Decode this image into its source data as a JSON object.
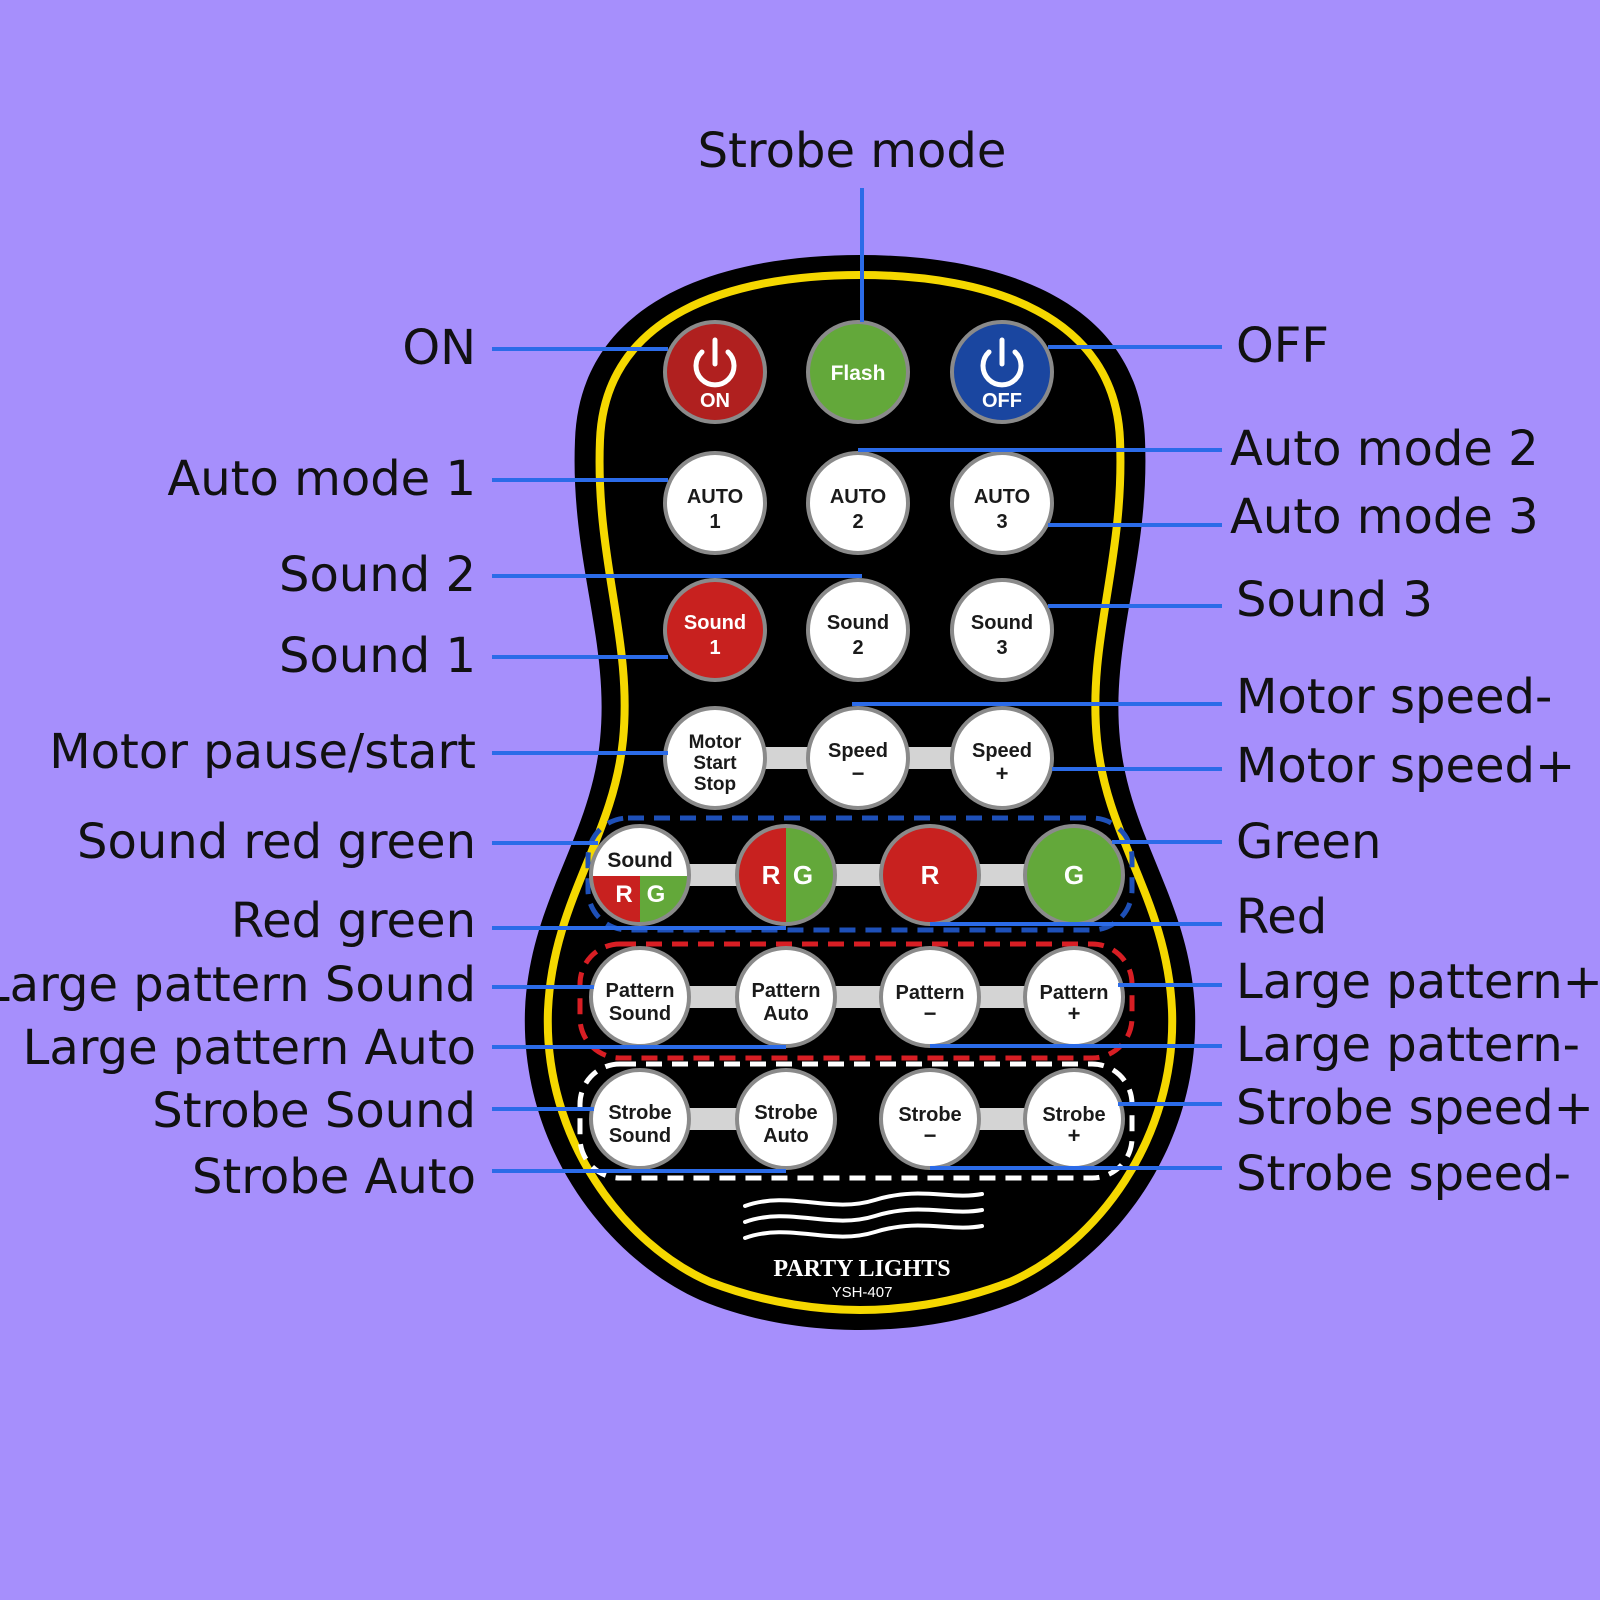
{
  "colors": {
    "background": "#a68ffc",
    "remote_body": "#000000",
    "remote_border": "#f5d800",
    "leader_line": "#2b6be8",
    "button_red": "#b0201f",
    "button_green": "#63a83a",
    "button_blue": "#1a46a0",
    "button_white": "#ffffff"
  },
  "callouts": {
    "strobe_mode": "Strobe mode",
    "on": "ON",
    "off": "OFF",
    "auto_mode_1": "Auto mode 1",
    "auto_mode_2": "Auto mode 2",
    "auto_mode_3": "Auto mode 3",
    "sound_2": "Sound 2",
    "sound_1": "Sound 1",
    "sound_3": "Sound 3",
    "motor_speed_minus": "Motor speed-",
    "motor_pause_start": "Motor pause/start",
    "motor_speed_plus": "Motor speed+",
    "sound_red_green": "Sound red green",
    "green": "Green",
    "red_green": "Red green",
    "red": "Red",
    "large_pattern_sound": "Large pattern Sound",
    "large_pattern_plus": "Large pattern+",
    "large_pattern_auto": "Large pattern Auto",
    "large_pattern_minus": "Large pattern-",
    "strobe_sound": "Strobe Sound",
    "strobe_speed_plus": "Strobe speed+",
    "strobe_auto": "Strobe Auto",
    "strobe_speed_minus": "Strobe speed-"
  },
  "buttons": {
    "on": {
      "line1": "ON",
      "icon": "power-icon"
    },
    "flash": {
      "line1": "Flash"
    },
    "off": {
      "line1": "OFF",
      "icon": "power-icon"
    },
    "auto1": {
      "line1": "AUTO",
      "line2": "1"
    },
    "auto2": {
      "line1": "AUTO",
      "line2": "2"
    },
    "auto3": {
      "line1": "AUTO",
      "line2": "3"
    },
    "sound1": {
      "line1": "Sound",
      "line2": "1"
    },
    "sound2": {
      "line1": "Sound",
      "line2": "2"
    },
    "sound3": {
      "line1": "Sound",
      "line2": "3"
    },
    "motor": {
      "line1": "Motor",
      "line2": "Start",
      "line3": "Stop"
    },
    "speed_minus": {
      "line1": "Speed",
      "line2": "−"
    },
    "speed_plus": {
      "line1": "Speed",
      "line2": "+"
    },
    "sound_rg": {
      "line1": "Sound",
      "r": "R",
      "g": "G"
    },
    "rg": {
      "r": "R",
      "g": "G"
    },
    "r": {
      "line1": "R"
    },
    "g": {
      "line1": "G"
    },
    "pattern_sound": {
      "line1": "Pattern",
      "line2": "Sound"
    },
    "pattern_auto": {
      "line1": "Pattern",
      "line2": "Auto"
    },
    "pattern_minus": {
      "line1": "Pattern",
      "line2": "−"
    },
    "pattern_plus": {
      "line1": "Pattern",
      "line2": "+"
    },
    "strobe_sound": {
      "line1": "Strobe",
      "line2": "Sound"
    },
    "strobe_auto": {
      "line1": "Strobe",
      "line2": "Auto"
    },
    "strobe_minus": {
      "line1": "Strobe",
      "line2": "−"
    },
    "strobe_plus": {
      "line1": "Strobe",
      "line2": "+"
    }
  },
  "remote": {
    "brand": "PARTY LIGHTS",
    "model": "YSH-407"
  }
}
